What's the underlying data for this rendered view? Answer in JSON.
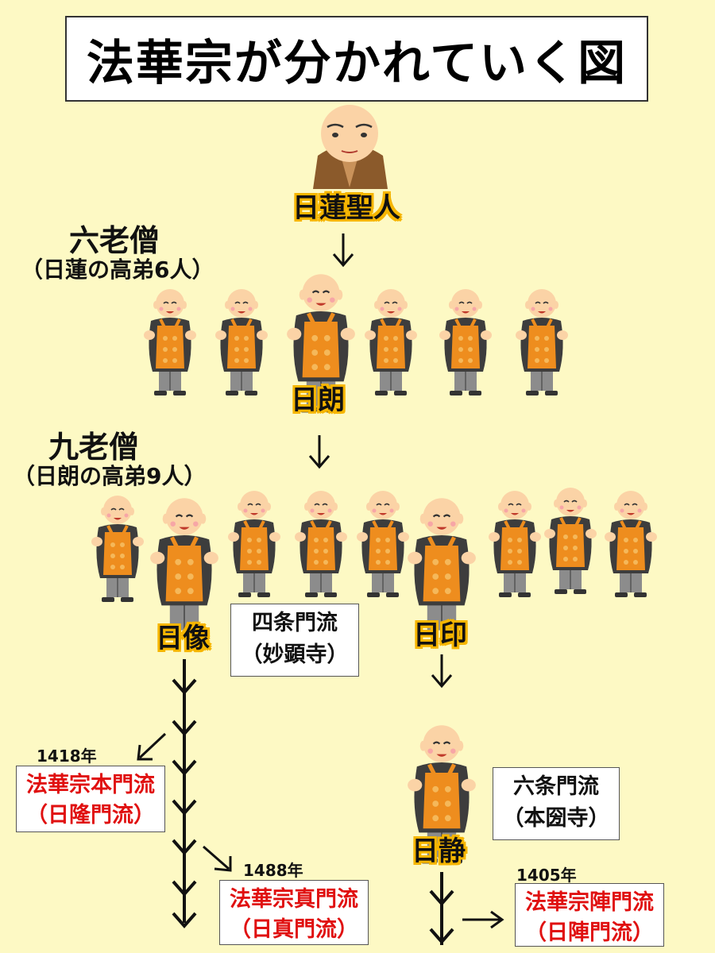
{
  "title": "法華宗が分かれていく図",
  "founder": {
    "name": "日蓮聖人"
  },
  "rokurousou": {
    "heading": "六老僧",
    "sub": "（日蓮の高弟6人）"
  },
  "nichiro": {
    "name": "日朗"
  },
  "kurousou": {
    "heading": "九老僧",
    "sub": "（日朗の高弟9人）"
  },
  "nichizo": {
    "name": "日像",
    "callout_line1": "四条門流",
    "callout_line2": "（妙顕寺）"
  },
  "nichiin": {
    "name": "日印"
  },
  "nichijo": {
    "name": "日静",
    "callout_line1": "六条門流",
    "callout_line2": "（本圀寺）"
  },
  "branches": {
    "honmon": {
      "year": "1418年",
      "line1": "法華宗本門流",
      "line2": "（日隆門流）"
    },
    "shinmon": {
      "year": "1488年",
      "line1": "法華宗真門流",
      "line2": "（日真門流）"
    },
    "jinmon": {
      "year": "1405年",
      "line1": "法華宗陣門流",
      "line2": "（日陣門流）"
    }
  }
}
